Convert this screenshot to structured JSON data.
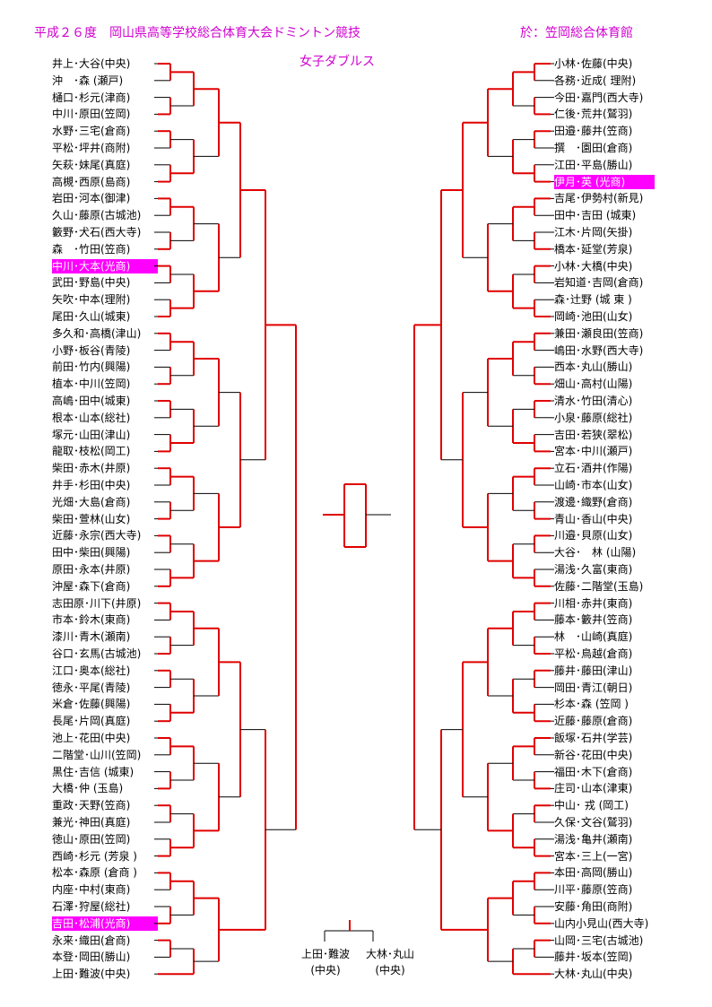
{
  "header": {
    "title": "平成２６度　岡山県高等学校総合体育大会ドミントン競技",
    "venue": "於：笠岡総合体育館",
    "event": "女子ダブルス"
  },
  "left_players": [
    "井上･大谷(中央)",
    "沖　･森 (瀬戸)",
    "樋口･杉元(津商)",
    "中川･原田(笠岡)",
    "水野･三宅(倉商)",
    "平松･坪井(商附)",
    "矢萩･妹尾(真庭)",
    "高槻･西原(島商)",
    "岩田･河本(御津)",
    "久山･藤原(古城池)",
    "籔野･犬石(西大寺)",
    "森　･竹田(笠商)",
    "中川･大本(光商)",
    "武田･野島(中央)",
    "矢吹･中本(理附)",
    "尾田･久山(城東)",
    "多久和･高橋(津山)",
    "小野･板谷(青陵)",
    "前田･竹内(興陽)",
    "植本･中川(笠岡)",
    "高嶋･田中(城東)",
    "根本･山本(総社)",
    "塚元･山田(津山)",
    "龍取･枝松(岡工)",
    "柴田･赤木(井原)",
    "井手･杉田(中央)",
    "光畑･大島(倉商)",
    "柴田･萱林(山女)",
    "近藤･永宗(西大寺)",
    "田中･柴田(興陽)",
    "原田･永本(井原)",
    "沖屋･森下(倉商)",
    "志田原･川下(井原)",
    "市本･鈴木(東商)",
    "漆川･青木(瀬南)",
    "谷口･玄馬(古城池)",
    "江口･奥本(総社)",
    "徳永･平尾(青陵)",
    "米倉･佐藤(興陽)",
    "長尾･片岡(真庭)",
    "池上･花田(中央)",
    "二階堂･山川(笠岡)",
    "黒住･吉信 (城東)",
    "大橋･仲 (玉島)",
    "重政･天野(笠商)",
    "兼光･神田(真庭)",
    "徳山･原田(笠岡)",
    "西崎･杉元 (芳泉 )",
    "松本･森原 (倉商 )",
    "内座･中村(東商)",
    "石澤･狩屋(総社)",
    "吉田･松浦(光商)",
    "永来･織田(倉商)",
    "本登･岡田(勝山)",
    "上田･難波(中央)"
  ],
  "right_players": [
    "小林･佐藤(中央)",
    "各務･近成( 理附)",
    "今田･嘉門(西大寺)",
    "仁後･荒井(鷲羽)",
    "田邉･藤井(笠商)",
    "撰　･園田(倉商)",
    "江田･平島(勝山)",
    "伊月･英 (光商)",
    "吉尾･伊勢村(新見)",
    "田中･吉田 (城東)",
    "江木･片岡(矢掛)",
    "橋本･延堂(芳泉)",
    "小林･大橋(中央)",
    "岩知道･吉岡(倉商)",
    "森･辻野 (城 東 )",
    "岡崎･池田(山女)",
    "兼田･瀬良田(笠商)",
    "嶋田･水野(西大寺)",
    "西本･丸山(勝山)",
    "畑山･高村(山陽)",
    "清水･竹田(清心)",
    "小泉･藤原(総社)",
    "吉田･若狭(翠松)",
    "宮本･中川(瀬戸)",
    "立石･酒井(作陽)",
    "山崎･市本(山女)",
    "渡邊･織野(倉商)",
    "青山･香山(中央)",
    "川邉･貝原(山女)",
    "大谷･　林 (山陽)",
    "湯浅･久富(東商)",
    "佐藤･二階堂(玉島)",
    "川相･赤井(東商)",
    "藤本･籔井(笠商)",
    "林　･山崎(真庭)",
    "平松･鳥越(倉商)",
    "藤井･藤田(津山)",
    "岡田･青江(朝日)",
    "杉本･森 (笠岡 )",
    "近藤･藤原(倉商)",
    "飯塚･石井(学芸)",
    "新谷･花田(中央)",
    "福田･木下(倉商)",
    "庄司･山本(津東)",
    "中山･ 戎 (岡工)",
    "久保･文谷(鷲羽)",
    "湯浅･亀井(瀬南)",
    "宮本･三上(一宮)",
    "本田･高岡(勝山)",
    "川平･藤原(笠商)",
    "安藤･角田(商附)",
    "山内小見山(西大寺)",
    "山岡･三宅(古城池)",
    "藤井･坂本(笠岡)",
    "大林･丸山(中央)"
  ],
  "highlight_left": [
    12,
    51
  ],
  "highlight_right": [
    7
  ],
  "colors": {
    "accent": "#d000d0",
    "highlight_bg": "#ff00ff",
    "win_line": "#e00000",
    "line": "#000000"
  },
  "final": {
    "left_name": "上田･難波",
    "left_school": "(中央)",
    "right_name": "大林･丸山",
    "right_school": "(中央)"
  }
}
